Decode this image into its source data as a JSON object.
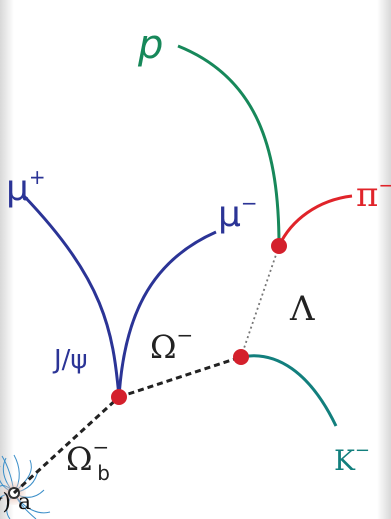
{
  "colors": {
    "proton": "#17885a",
    "pion": "#e0242a",
    "muon": "#2b3496",
    "kaon": "#127f7d",
    "vertex": "#d4202c",
    "dashed": "#222222",
    "dotted": "#777777",
    "field_lines": "#3c8fc9"
  },
  "labels": {
    "proton": "p",
    "pion_base": "π",
    "pion_sup": "−",
    "muon_plus_base": "μ",
    "muon_plus_sup": "+",
    "muon_minus_base": "μ",
    "muon_minus_sup": "−",
    "lambda": "Λ",
    "jpsi": "J/ψ",
    "omega_base": "Ω",
    "omega_sup": "−",
    "omegab_base": "Ω",
    "omegab_sup": "−",
    "omegab_sub": "b",
    "kaon_base": "K",
    "kaon_sup": "−",
    "caption_fragment": "v) a"
  }
}
